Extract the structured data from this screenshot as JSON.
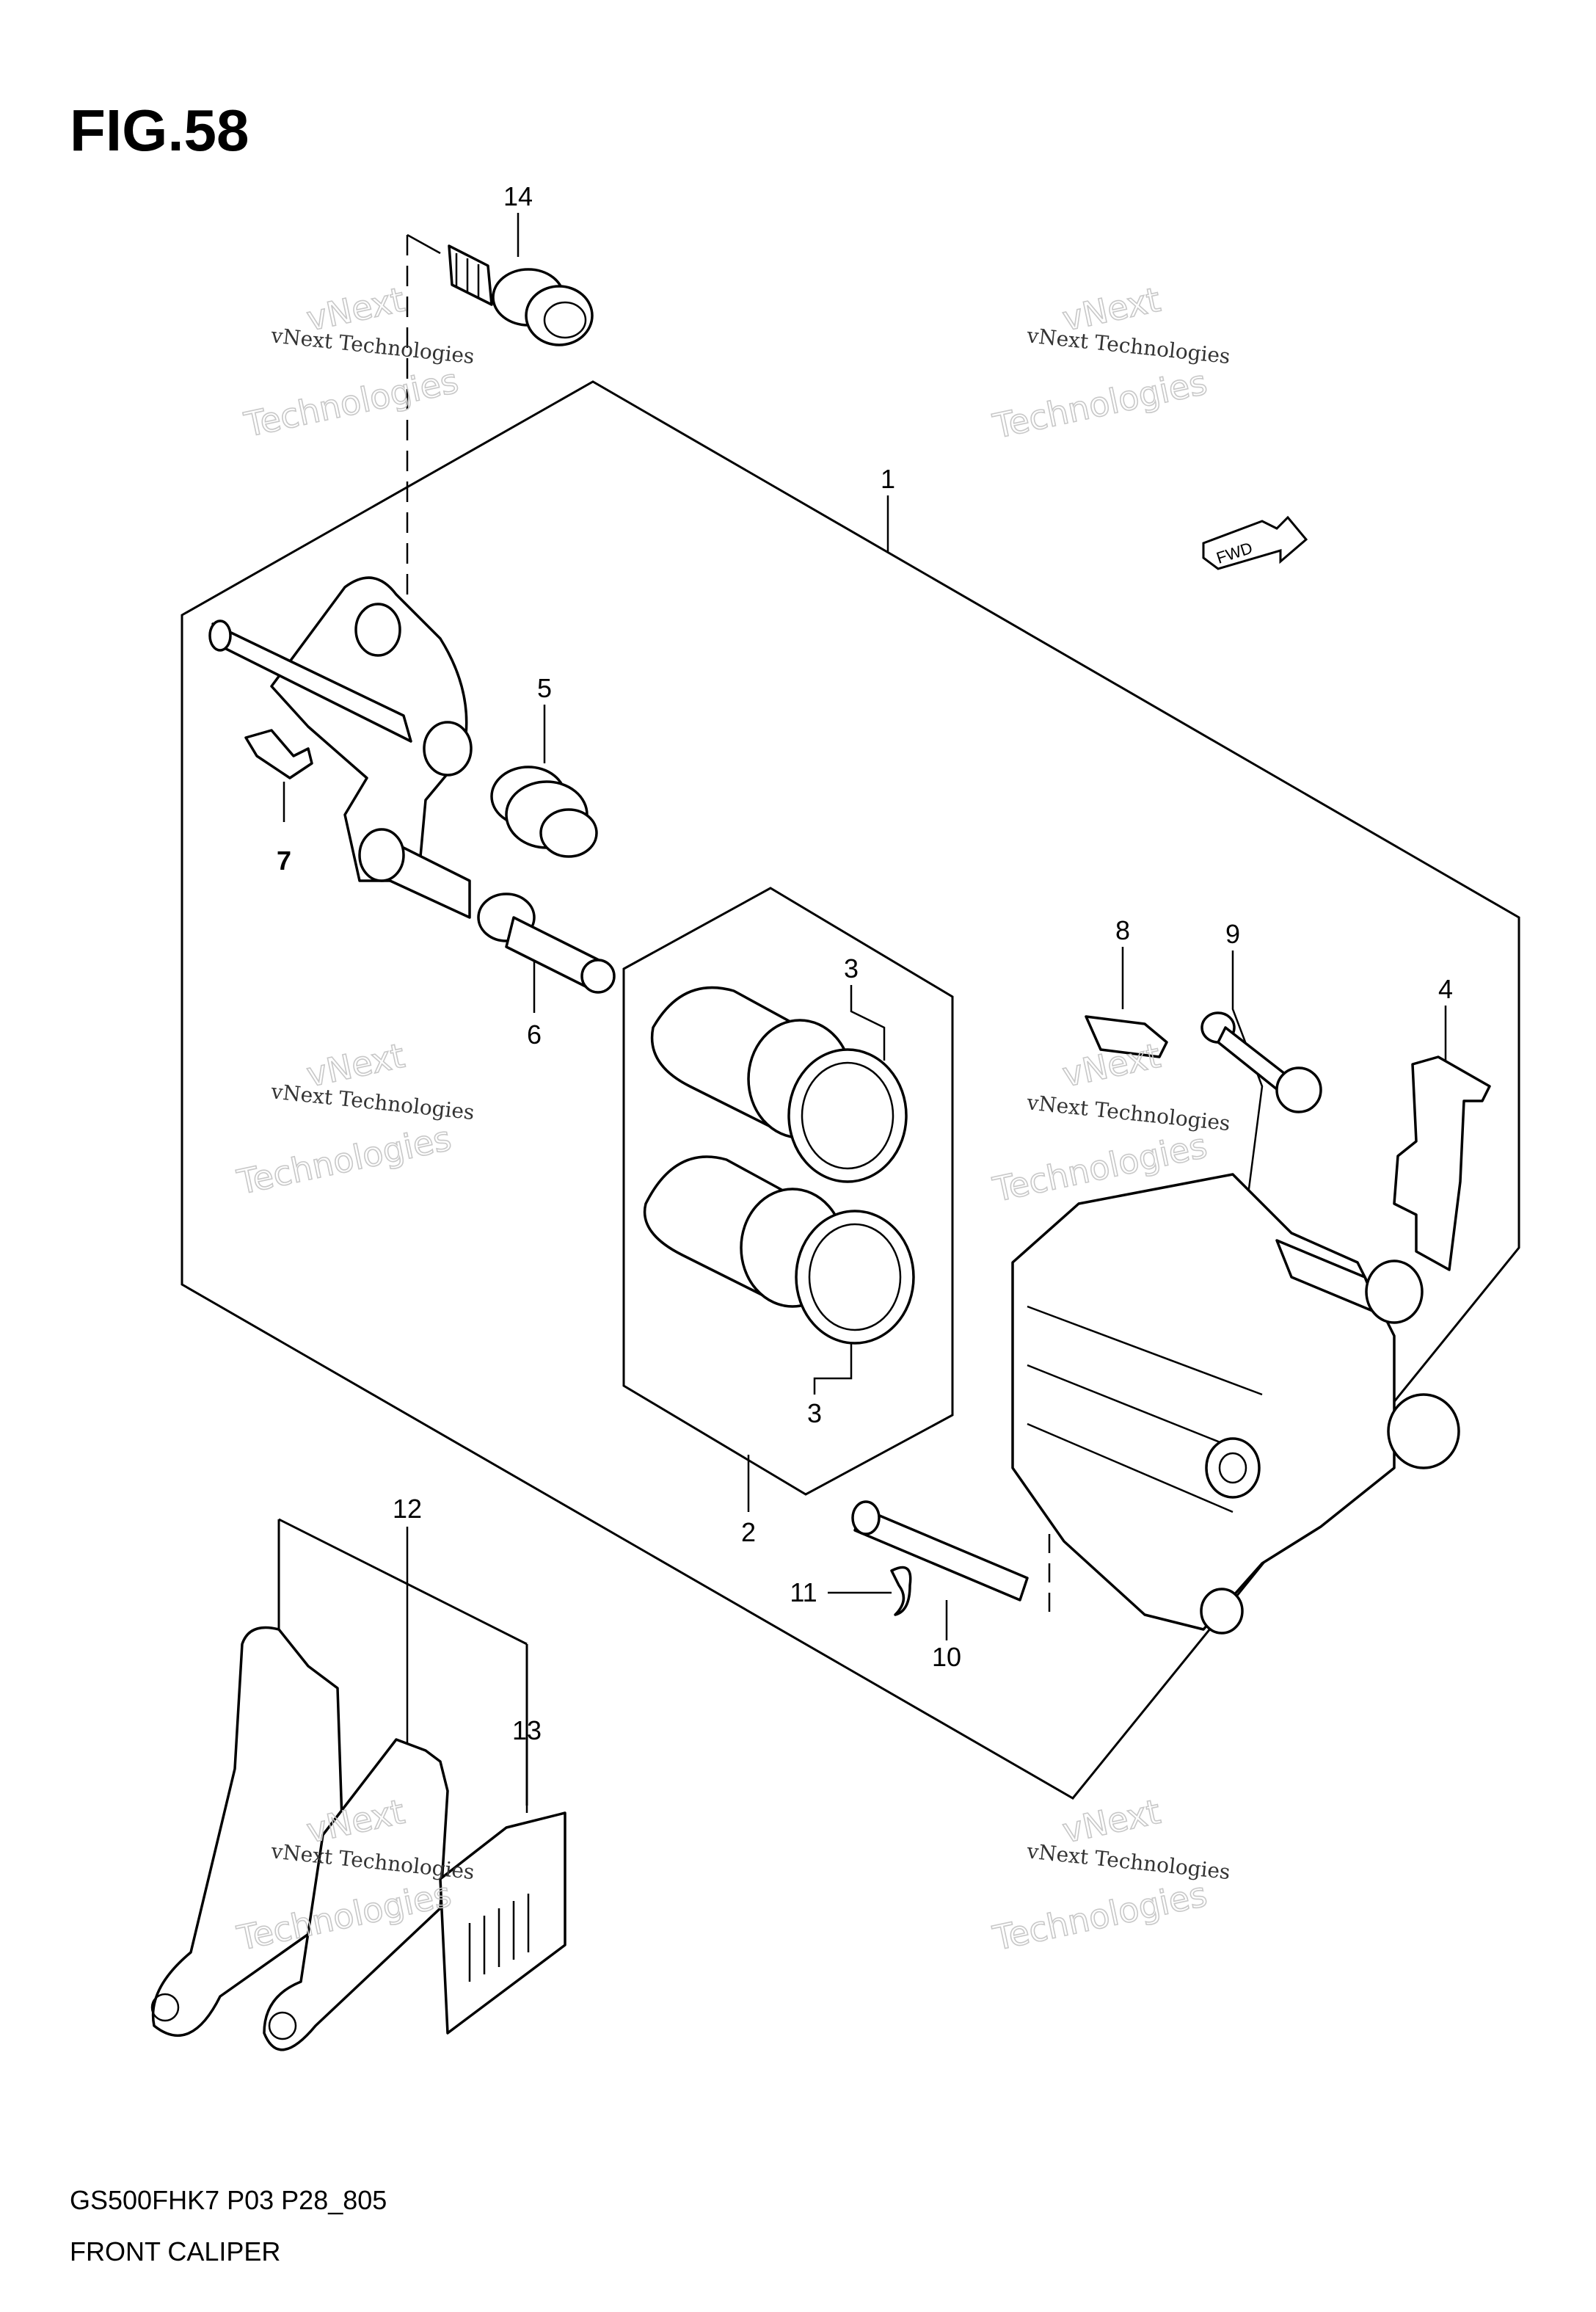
{
  "figure": {
    "label": "FIG.58"
  },
  "footer": {
    "model_line": "GS500FHK7 P03 P28_805",
    "title_line": "FRONT CALIPER"
  },
  "direction": {
    "label": "FWD"
  },
  "watermark": {
    "line1": "vNext Technologies",
    "line2": "Technologies",
    "line3": "vNext"
  },
  "callouts": [
    "14",
    "1",
    "5",
    "7",
    "6",
    "3",
    "3",
    "2",
    "8",
    "9",
    "4",
    "12",
    "13",
    "11",
    "10"
  ]
}
